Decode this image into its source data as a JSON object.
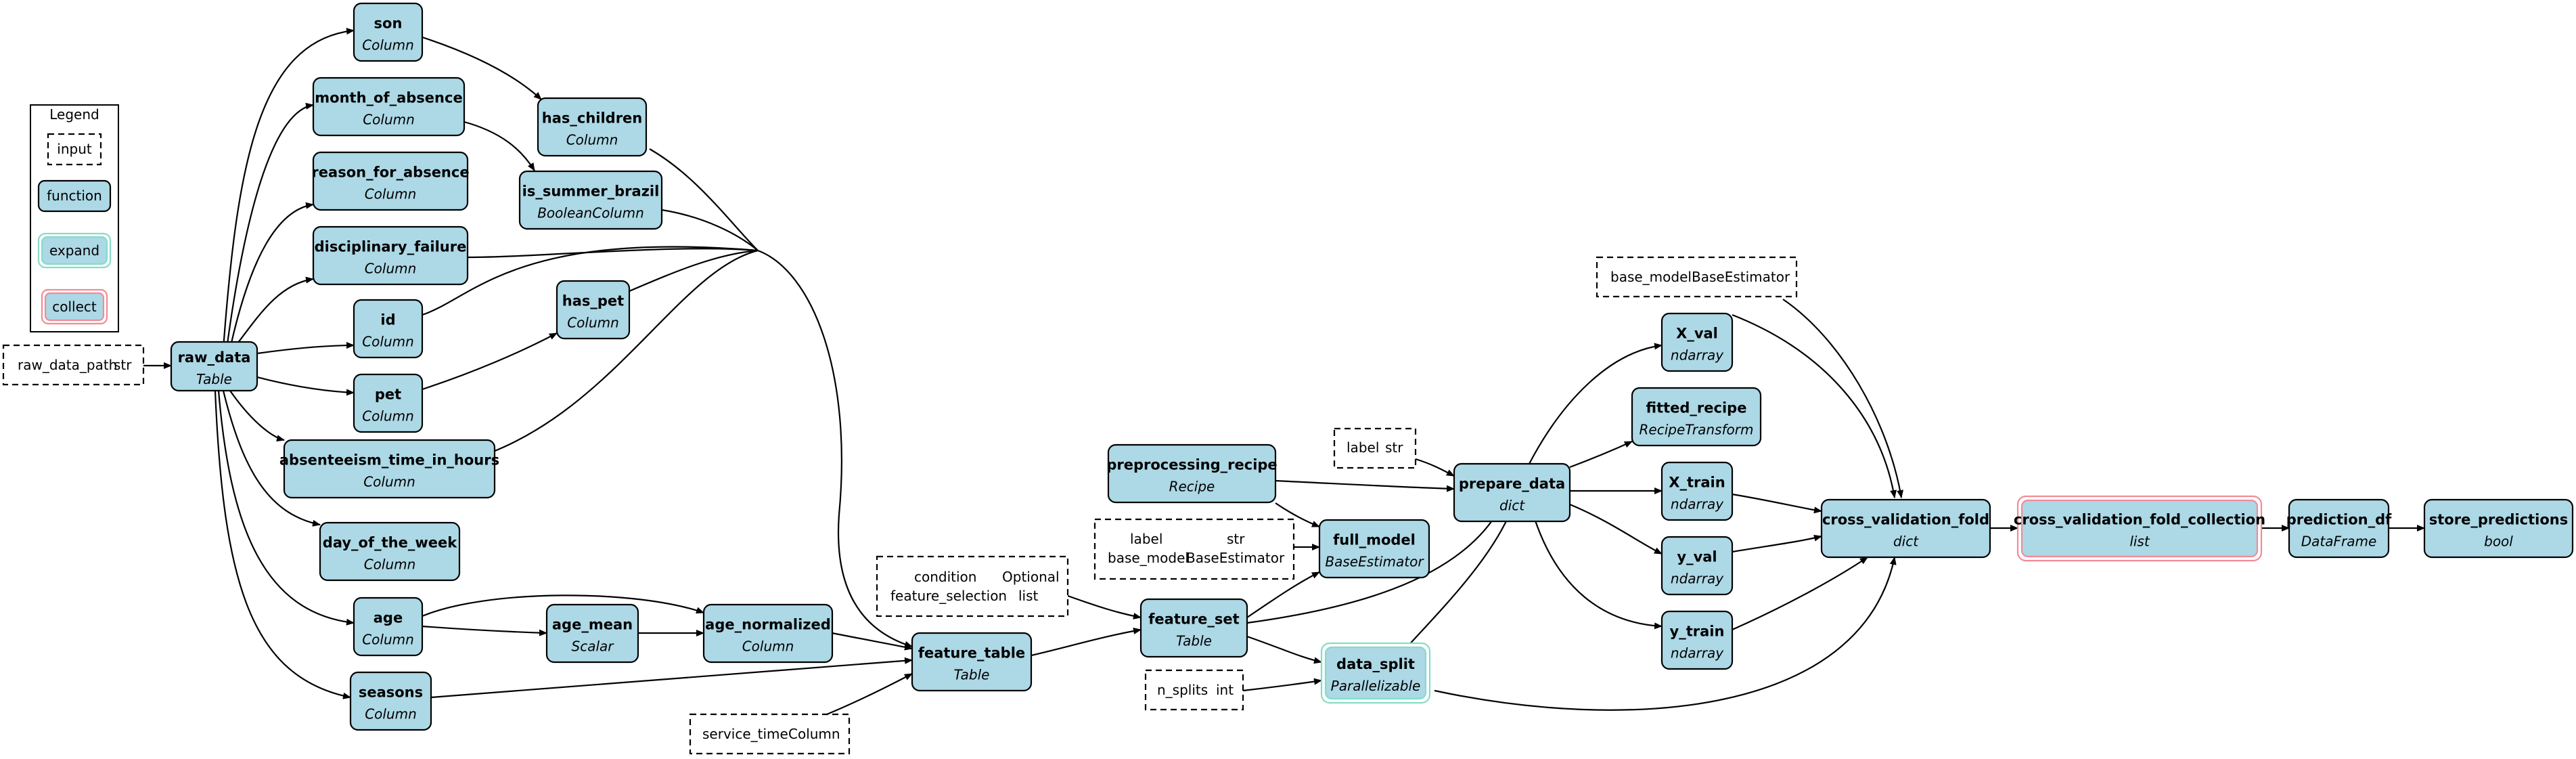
{
  "legend": {
    "title": "Legend",
    "items": [
      "input",
      "function",
      "expand",
      "collect"
    ],
    "colors": {
      "expand_border": "#86dcc8",
      "collect_border": "#f28b96"
    }
  },
  "colors": {
    "node_fill": "#add8e6",
    "edge": "#000000"
  },
  "nodes": {
    "raw_data": {
      "name": "raw_data",
      "type": "Table"
    },
    "son": {
      "name": "son",
      "type": "Column"
    },
    "month_of_absence": {
      "name": "month_of_absence",
      "type": "Column"
    },
    "reason_for_absence": {
      "name": "reason_for_absence",
      "type": "Column"
    },
    "disciplinary_failure": {
      "name": "disciplinary_failure",
      "type": "Column"
    },
    "id": {
      "name": "id",
      "type": "Column"
    },
    "pet": {
      "name": "pet",
      "type": "Column"
    },
    "absenteeism_time_in_hours": {
      "name": "absenteeism_time_in_hours",
      "type": "Column"
    },
    "day_of_the_week": {
      "name": "day_of_the_week",
      "type": "Column"
    },
    "age": {
      "name": "age",
      "type": "Column"
    },
    "seasons": {
      "name": "seasons",
      "type": "Column"
    },
    "has_children": {
      "name": "has_children",
      "type": "Column"
    },
    "is_summer_brazil": {
      "name": "is_summer_brazil",
      "type": "BooleanColumn"
    },
    "has_pet": {
      "name": "has_pet",
      "type": "Column"
    },
    "age_mean": {
      "name": "age_mean",
      "type": "Scalar"
    },
    "age_normalized": {
      "name": "age_normalized",
      "type": "Column"
    },
    "feature_table": {
      "name": "feature_table",
      "type": "Table"
    },
    "preprocessing_recipe": {
      "name": "preprocessing_recipe",
      "type": "Recipe"
    },
    "feature_set": {
      "name": "feature_set",
      "type": "Table"
    },
    "full_model": {
      "name": "full_model",
      "type": "BaseEstimator"
    },
    "data_split": {
      "name": "data_split",
      "type": "Parallelizable"
    },
    "prepare_data": {
      "name": "prepare_data",
      "type": "dict"
    },
    "X_val": {
      "name": "X_val",
      "type": "ndarray"
    },
    "fitted_recipe": {
      "name": "fitted_recipe",
      "type": "RecipeTransform"
    },
    "X_train": {
      "name": "X_train",
      "type": "ndarray"
    },
    "y_val": {
      "name": "y_val",
      "type": "ndarray"
    },
    "y_train": {
      "name": "y_train",
      "type": "ndarray"
    },
    "cross_validation_fold": {
      "name": "cross_validation_fold",
      "type": "dict"
    },
    "cross_validation_fold_collection": {
      "name": "cross_validation_fold_collection",
      "type": "list"
    },
    "prediction_df": {
      "name": "prediction_df",
      "type": "DataFrame"
    },
    "store_predictions": {
      "name": "store_predictions",
      "type": "bool"
    }
  },
  "inputs": {
    "raw_data_path": {
      "rows": [
        [
          "raw_data_path",
          "str"
        ]
      ]
    },
    "service_time": {
      "rows": [
        [
          "service_time",
          "Column"
        ]
      ]
    },
    "feature_set_inputs": {
      "rows": [
        [
          "condition",
          "Optional"
        ],
        [
          "feature_selection",
          "list"
        ]
      ]
    },
    "full_model_inputs": {
      "rows": [
        [
          "label",
          "str"
        ],
        [
          "base_model",
          "BaseEstimator"
        ]
      ]
    },
    "label": {
      "rows": [
        [
          "label",
          "str"
        ]
      ]
    },
    "n_splits": {
      "rows": [
        [
          "n_splits",
          "int"
        ]
      ]
    },
    "base_model": {
      "rows": [
        [
          "base_model",
          "BaseEstimator"
        ]
      ]
    }
  }
}
